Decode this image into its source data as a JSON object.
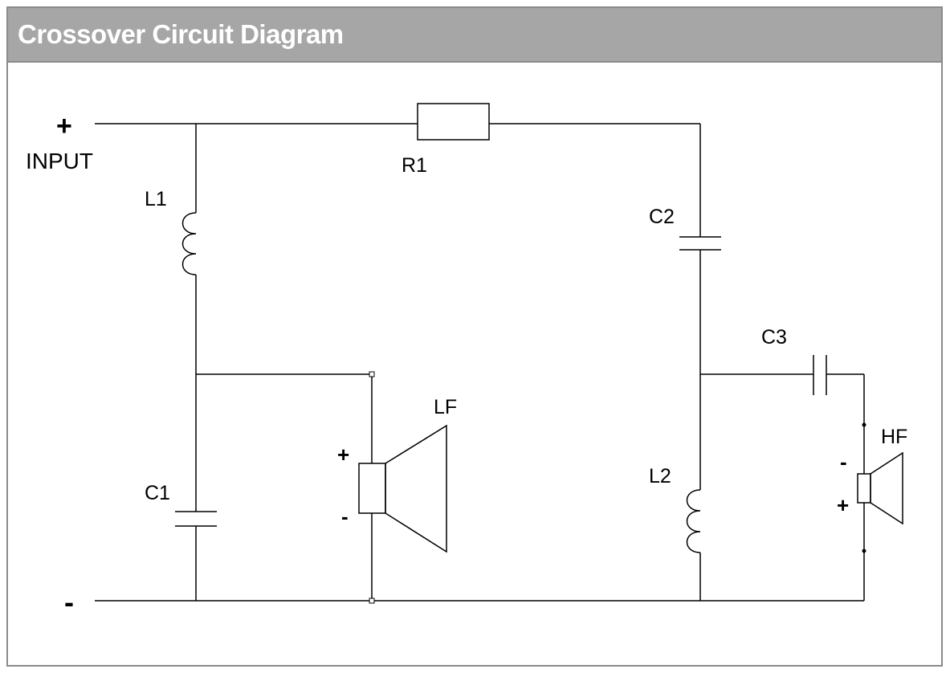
{
  "title": "Crossover Circuit Diagram",
  "labels": {
    "input_plus": "+",
    "input": "INPUT",
    "input_minus": "-",
    "r1": "R1",
    "l1": "L1",
    "c1": "C1",
    "c2": "C2",
    "c3": "C3",
    "l2": "L2",
    "lf": "LF",
    "lf_plus": "+",
    "lf_minus": "-",
    "hf": "HF",
    "hf_minus": "-",
    "hf_plus": "+"
  }
}
